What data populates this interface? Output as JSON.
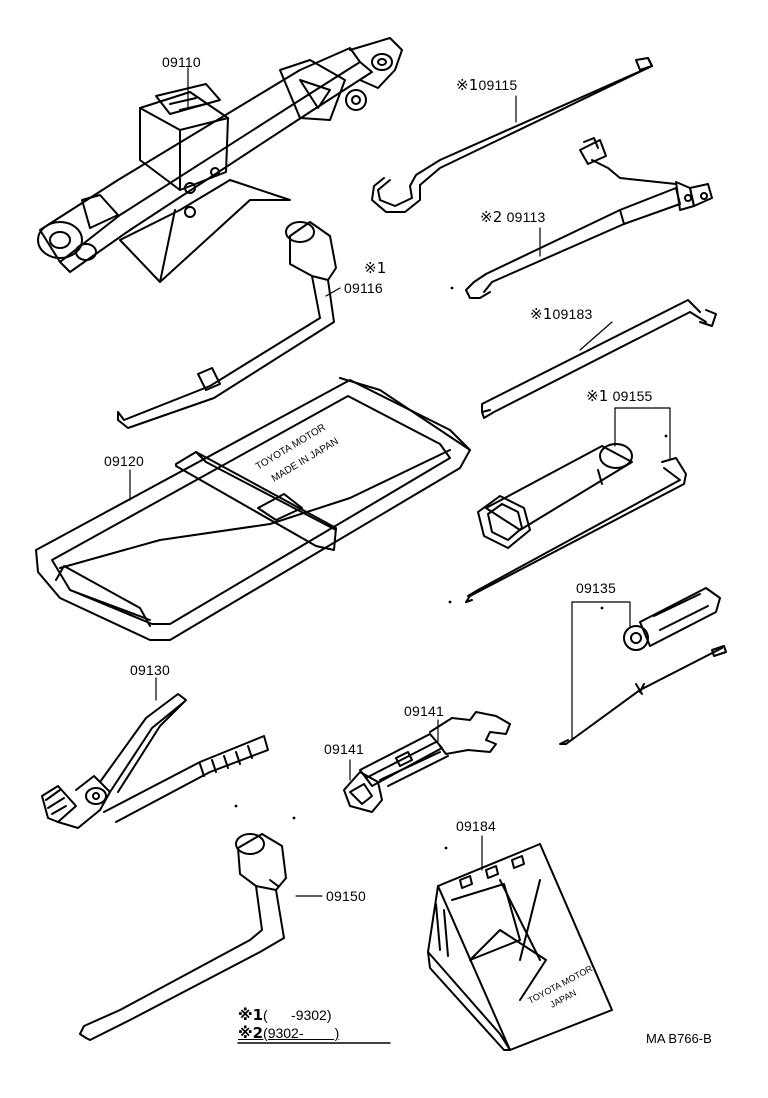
{
  "parts": {
    "jack": "09110",
    "handle": "09115",
    "hook_rod": "09113",
    "wrench_l": "09116",
    "bar": "09183",
    "plug_wrench": "09155",
    "bag": "09120",
    "screwdriver": "09135",
    "pliers": "09130",
    "spanner_top": "09141",
    "spanner_left": "09141",
    "chock": "09184",
    "lug_wrench": "09150"
  },
  "marks": {
    "m1": "※1",
    "m2": "※2"
  },
  "bag_text": {
    "line1": "TOYOTA MOTOR",
    "line2": "MADE IN JAPAN"
  },
  "chock_text": {
    "line1": "TOYOTA MOTOR",
    "line2": "JAPAN"
  },
  "legend": {
    "row1_mark": "※1",
    "row1_range": "(      -9302)",
    "row2_mark": "※2",
    "row2_range": "(9302-        )"
  },
  "ref_code": "MA B766-B"
}
